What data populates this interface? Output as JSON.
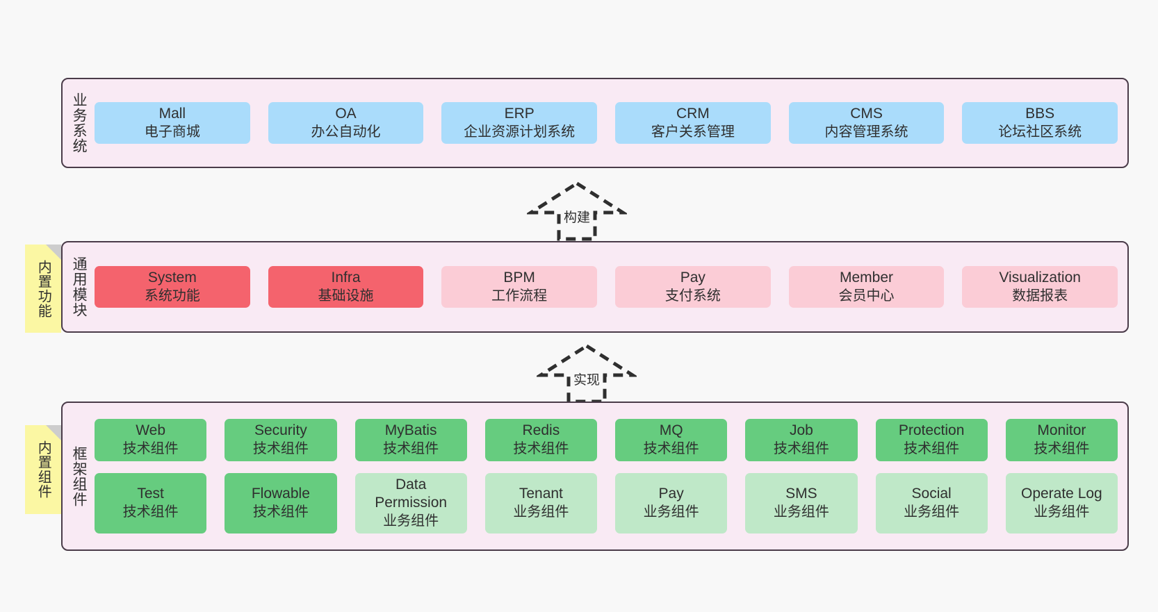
{
  "diagram": {
    "title_hidden": "",
    "colors": {
      "layer_background": "#f9eaf4",
      "layer_border": "#4a3b49",
      "business_card": "#aadcfb",
      "module_core": "#f4636d",
      "module_normal": "#fbccd6",
      "component_tech": "#66cc7f",
      "component_business": "#bfe8c8",
      "note_background": "#fbf7a3",
      "note_fold": "#cdcdcd",
      "page_background": "#f8f8f8"
    },
    "layers": [
      {
        "id": "business-system",
        "title": "业务系统",
        "rows": [
          {
            "cards": [
              {
                "en": "Mall",
                "cn": "电子商城",
                "style": "c-blue"
              },
              {
                "en": "OA",
                "cn": "办公自动化",
                "style": "c-blue"
              },
              {
                "en": "ERP",
                "cn": "企业资源计划系统",
                "style": "c-blue"
              },
              {
                "en": "CRM",
                "cn": "客户关系管理",
                "style": "c-blue"
              },
              {
                "en": "CMS",
                "cn": "内容管理系统",
                "style": "c-blue"
              },
              {
                "en": "BBS",
                "cn": "论坛社区系统",
                "style": "c-blue"
              }
            ]
          }
        ]
      },
      {
        "id": "common-module",
        "title": "通用模块",
        "note": "内置功能",
        "rows": [
          {
            "cards": [
              {
                "en": "System",
                "cn": "系统功能",
                "style": "c-red"
              },
              {
                "en": "Infra",
                "cn": "基础设施",
                "style": "c-red"
              },
              {
                "en": "BPM",
                "cn": "工作流程",
                "style": "c-pink"
              },
              {
                "en": "Pay",
                "cn": "支付系统",
                "style": "c-pink"
              },
              {
                "en": "Member",
                "cn": "会员中心",
                "style": "c-pink"
              },
              {
                "en": "Visualization",
                "cn": "数据报表",
                "style": "c-pink"
              }
            ]
          }
        ]
      },
      {
        "id": "framework-component",
        "title": "框架组件",
        "note": "内置组件",
        "rows": [
          {
            "cards": [
              {
                "en": "Web",
                "cn": "技术组件",
                "style": "c-green"
              },
              {
                "en": "Security",
                "cn": "技术组件",
                "style": "c-green"
              },
              {
                "en": "MyBatis",
                "cn": "技术组件",
                "style": "c-green"
              },
              {
                "en": "Redis",
                "cn": "技术组件",
                "style": "c-green"
              },
              {
                "en": "MQ",
                "cn": "技术组件",
                "style": "c-green"
              },
              {
                "en": "Job",
                "cn": "技术组件",
                "style": "c-green"
              },
              {
                "en": "Protection",
                "cn": "技术组件",
                "style": "c-green"
              },
              {
                "en": "Monitor",
                "cn": "技术组件",
                "style": "c-green"
              }
            ]
          },
          {
            "cards": [
              {
                "en": "Test",
                "cn": "技术组件",
                "style": "c-green"
              },
              {
                "en": "Flowable",
                "cn": "技术组件",
                "style": "c-green"
              },
              {
                "en": "Data Permission",
                "cn": "业务组件",
                "style": "c-greenlight"
              },
              {
                "en": "Tenant",
                "cn": "业务组件",
                "style": "c-greenlight"
              },
              {
                "en": "Pay",
                "cn": "业务组件",
                "style": "c-greenlight"
              },
              {
                "en": "SMS",
                "cn": "业务组件",
                "style": "c-greenlight"
              },
              {
                "en": "Social",
                "cn": "业务组件",
                "style": "c-greenlight"
              },
              {
                "en": "Operate Log",
                "cn": "业务组件",
                "style": "c-greenlight"
              }
            ]
          }
        ]
      }
    ],
    "connectors": [
      {
        "id": "build",
        "label": "构建"
      },
      {
        "id": "implement",
        "label": "实现"
      }
    ]
  }
}
